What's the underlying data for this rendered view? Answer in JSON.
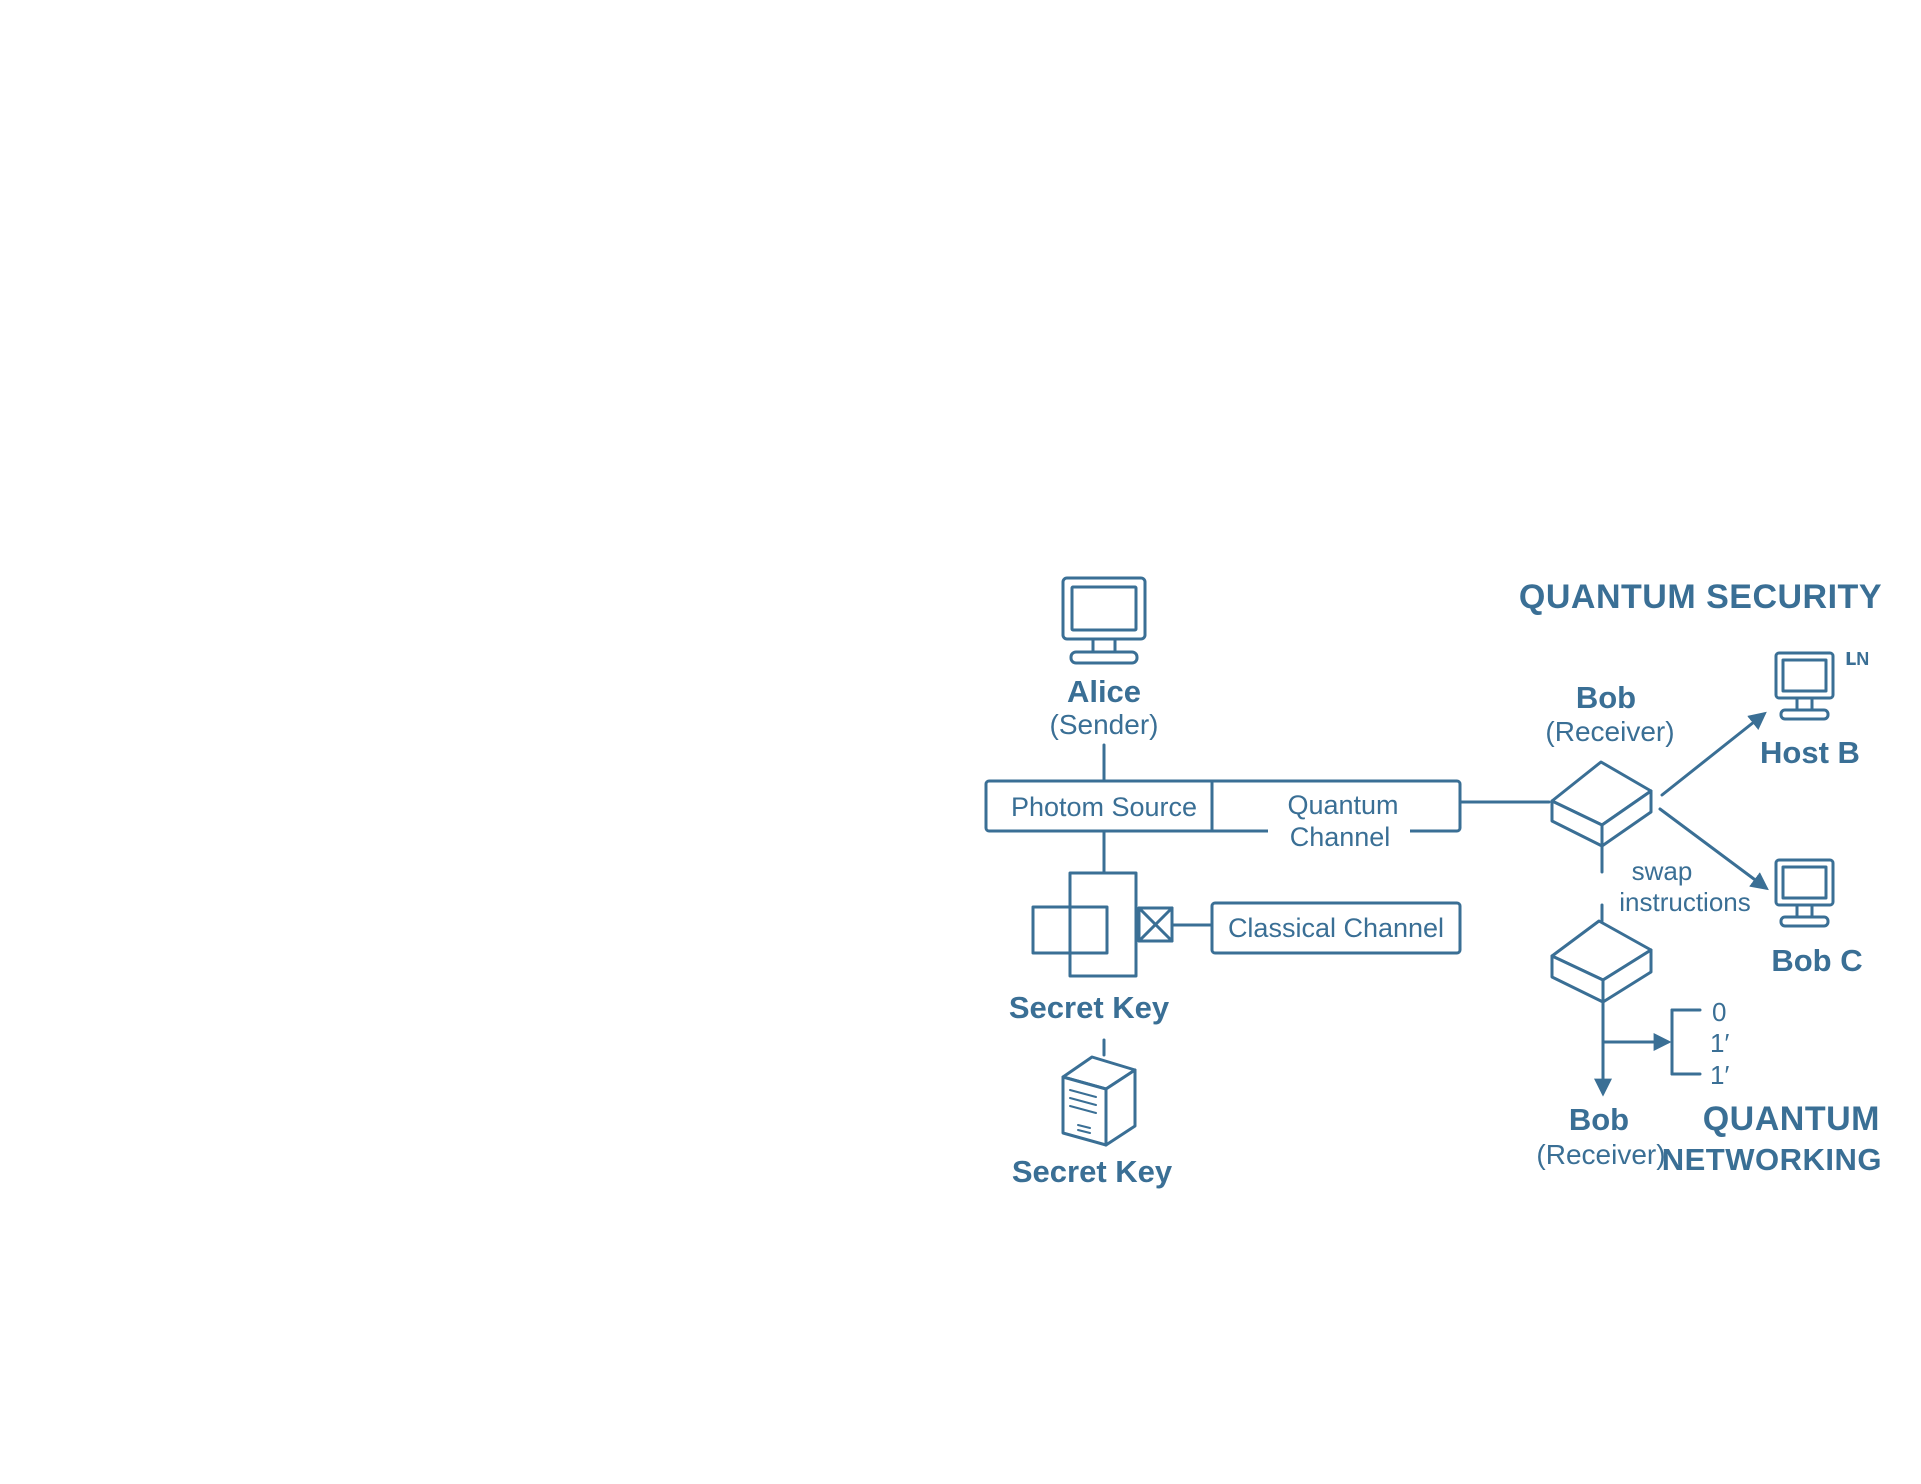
{
  "colors": {
    "primary": "#3a6f95",
    "background": "#ffffff"
  },
  "headings": {
    "security": "QUANTUM SECURITY",
    "networking_line1": "QUANTUM",
    "networking_line2": "NETWORKING"
  },
  "alice": {
    "name": "Alice",
    "role": "(Sender)",
    "icon": "monitor-icon"
  },
  "photon_source": {
    "label": "Photom Source"
  },
  "quantum_channel": {
    "line1": "Quantum",
    "line2": "Channel"
  },
  "classical_channel": {
    "label": "Classical Channel",
    "connector_icon": "crossed-box-icon"
  },
  "key_module": {
    "icon": "overlapping-squares-icon",
    "label": "Secret Key"
  },
  "key_server": {
    "icon": "server-icon",
    "label": "Secret Key"
  },
  "bob_top": {
    "name": "Bob",
    "role": "(Receiver)",
    "icon": "node-box-icon"
  },
  "host_b": {
    "name": "Host B",
    "icon": "monitor-icon",
    "mark": "ᒪN"
  },
  "bob_c": {
    "name": "Bob C",
    "icon": "monitor-icon"
  },
  "swap": {
    "line1": "swap",
    "line2": "instructions"
  },
  "bob_bottom": {
    "name": "Bob",
    "role": "(Receiver)",
    "icon": "node-box-icon"
  },
  "outputs": [
    "0",
    "1′",
    "1′"
  ]
}
